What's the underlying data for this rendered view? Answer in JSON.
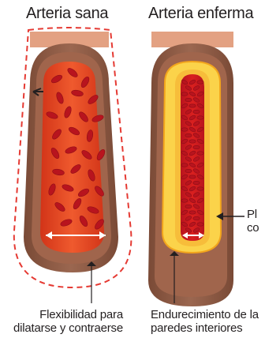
{
  "titles": {
    "healthy": "Arteria sana",
    "diseased": "Arteria enferma"
  },
  "labels": {
    "flexibility_line1": "Flexibilidad para",
    "flexibility_line2": "dilatarse y contraerse",
    "hardening_line1": "Endurecimiento de la",
    "hardening_line2": "paredes interiores",
    "plaque_line1": "Pl",
    "plaque_line2": "co"
  },
  "colors": {
    "outer_wall": "#8a5a44",
    "skin_top": "#e3a182",
    "inner_wall": "#a0654c",
    "blood_bg": "#e3401e",
    "cell": "#b8141e",
    "plaque": "#fbd34a",
    "plaque_outline": "#f2a51c",
    "dashed": "#e53a33"
  }
}
